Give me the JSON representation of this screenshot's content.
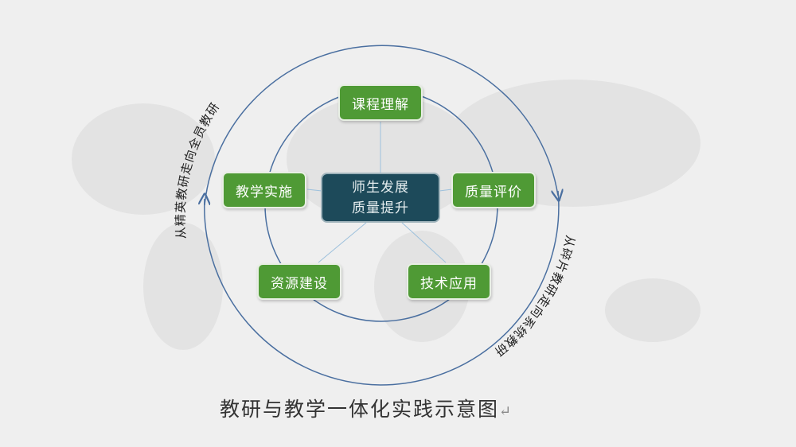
{
  "center": {
    "line1": "师生发展",
    "line2": "质量提升"
  },
  "nodes": [
    "课程理解",
    "质量评价",
    "技术应用",
    "资源建设",
    "教学实施"
  ],
  "outer_labels": {
    "left": "从精英教研走向全员教研",
    "right": "从碎片教研走向系统教研"
  },
  "caption": "教研与教学一体化实践示意图",
  "caption_mark": "↵",
  "colors": {
    "node": "#4f9a35",
    "center": "#1d4a5a",
    "ring": "#4a6fa0"
  }
}
